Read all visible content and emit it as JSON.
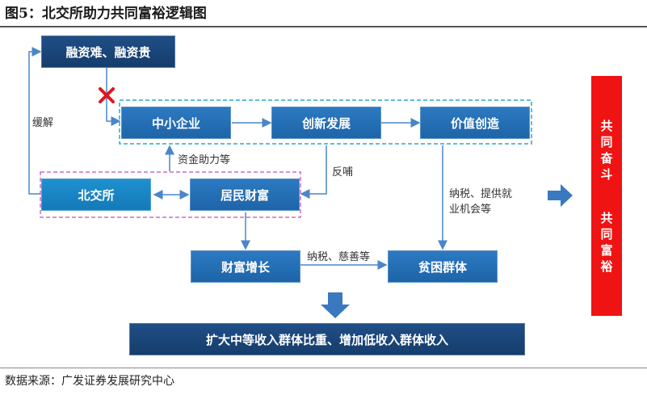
{
  "title": "图5：北交所助力共同富裕逻辑图",
  "source": "数据来源：广发证券发展研究中心",
  "boxes": {
    "financing": "融资难、融资贵",
    "sme": "中小企业",
    "innovation": "创新发展",
    "value": "价值创造",
    "bse": "北交所",
    "residents": "居民财富",
    "wealth_growth": "财富增长",
    "poor": "贫困群体",
    "bottom": "扩大中等收入群体比重、增加低收入群体收入"
  },
  "labels": {
    "ease": "缓解",
    "capital_support": "资金助力等",
    "feedback": "反哺",
    "tax_jobs_line1": "纳税、提供就",
    "tax_jobs_line2": "业机会等",
    "tax_charity": "纳税、慈善等"
  },
  "goal": {
    "part1": [
      "共",
      "同",
      "奋",
      "斗"
    ],
    "part2": [
      "共",
      "同",
      "富",
      "裕"
    ]
  },
  "colors": {
    "dark_blue": "#1f4e86",
    "mid_blue": "#2c7ac2",
    "light_blue": "#1f90d0",
    "red": "#f01313",
    "arrow": "#4a86c8"
  }
}
